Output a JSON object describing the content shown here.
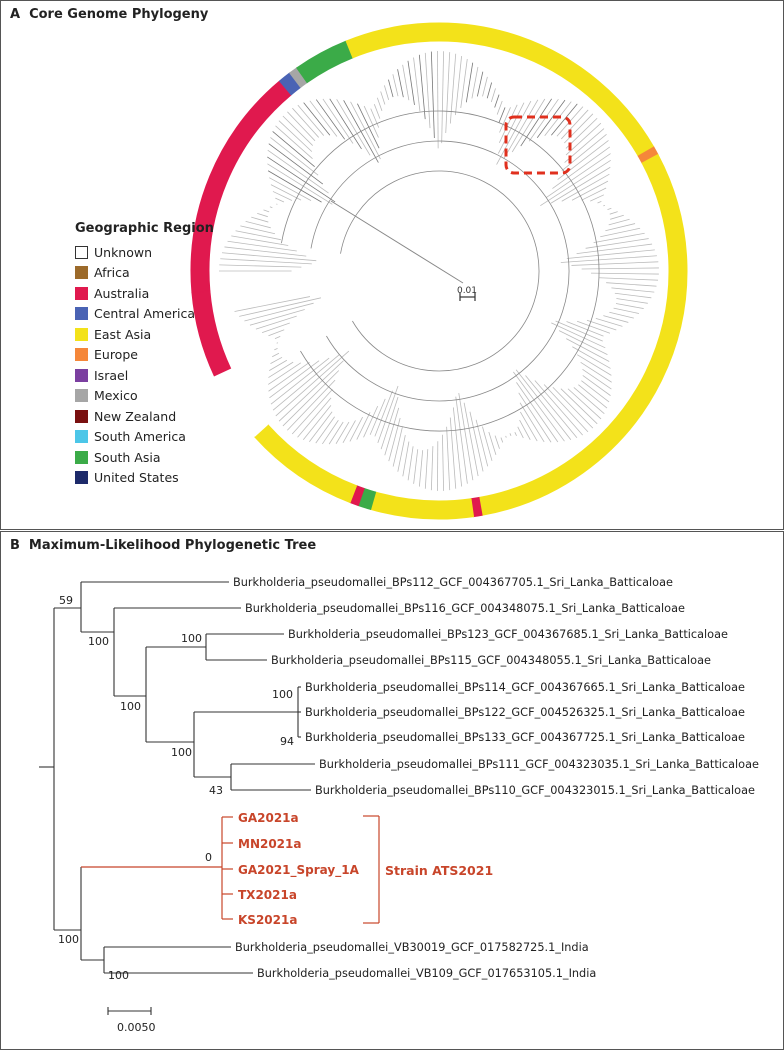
{
  "panel_a": {
    "letter": "A",
    "title": "Core Genome Phylogeny",
    "legend_title": "Geographic Region",
    "legend": [
      {
        "label": "Unknown",
        "color": "#ffffff"
      },
      {
        "label": "Africa",
        "color": "#9c6a2a"
      },
      {
        "label": "Australia",
        "color": "#e0194e"
      },
      {
        "label": "Central America",
        "color": "#4a63b4"
      },
      {
        "label": "East Asia",
        "color": "#f3e21a"
      },
      {
        "label": "Europe",
        "color": "#f5873a"
      },
      {
        "label": "Israel",
        "color": "#7b3fa0"
      },
      {
        "label": "Mexico",
        "color": "#a6a6a6"
      },
      {
        "label": "New Zealand",
        "color": "#7a1010"
      },
      {
        "label": "South America",
        "color": "#4cc6e8"
      },
      {
        "label": "South Asia",
        "color": "#3bab48"
      },
      {
        "label": "United States",
        "color": "#1d2a6a"
      }
    ],
    "scale_label": "0.01"
  },
  "panel_b": {
    "letter": "B",
    "title": "Maximum-Likelihood Phylogenetic Tree",
    "tips": [
      "Burkholderia_pseudomallei_BPs112_GCF_004367705.1_Sri_Lanka_Batticaloae",
      "Burkholderia_pseudomallei_BPs116_GCF_004348075.1_Sri_Lanka_Batticaloae",
      "Burkholderia_pseudomallei_BPs123_GCF_004367685.1_Sri_Lanka_Batticaloae",
      "Burkholderia_pseudomallei_BPs115_GCF_004348055.1_Sri_Lanka_Batticaloae",
      "Burkholderia_pseudomallei_BPs114_GCF_004367665.1_Sri_Lanka_Batticaloae",
      "Burkholderia_pseudomallei_BPs122_GCF_004526325.1_Sri_Lanka_Batticaloae",
      "Burkholderia_pseudomallei_BPs133_GCF_004367725.1_Sri_Lanka_Batticaloae",
      "Burkholderia_pseudomallei_BPs111_GCF_004323035.1_Sri_Lanka_Batticaloae",
      "Burkholderia_pseudomallei_BPs110_GCF_004323015.1_Sri_Lanka_Batticaloae",
      "GA2021a",
      "MN2021a",
      "GA2021_Spray_1A",
      "TX2021a",
      "KS2021a",
      "Burkholderia_pseudomallei_VB30019_GCF_017582725.1_India",
      "Burkholderia_pseudomallei_VB109_GCF_017653105.1_India"
    ],
    "bootstrap": [
      "59",
      "100",
      "100",
      "100",
      "100",
      "100",
      "94",
      "43",
      "0",
      "100",
      "100"
    ],
    "strain_label": "Strain ATS2021",
    "highlight_color": "#c8452a",
    "scale_label": "0.0050"
  }
}
